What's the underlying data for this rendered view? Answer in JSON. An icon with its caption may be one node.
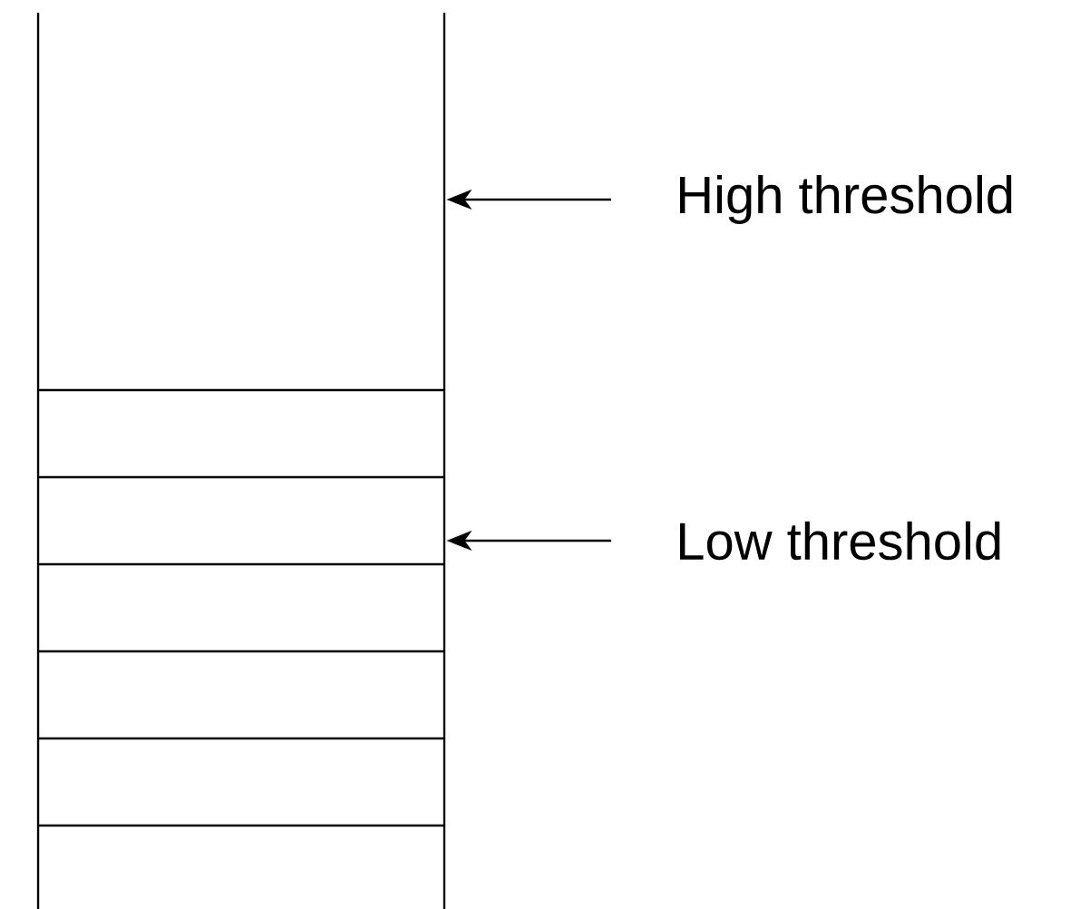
{
  "diagram": {
    "nodes": [
      {
        "text": [],
        "shape": "box"
      },
      {
        "text": [
          "High threshold"
        ]
      },
      {
        "text": [
          "Low threshold"
        ]
      }
    ],
    "edges": [
      {
        "from": 1,
        "to": 0,
        "arrow": "to"
      },
      {
        "from": 2,
        "to": 0,
        "arrow": "to"
      }
    ]
  }
}
